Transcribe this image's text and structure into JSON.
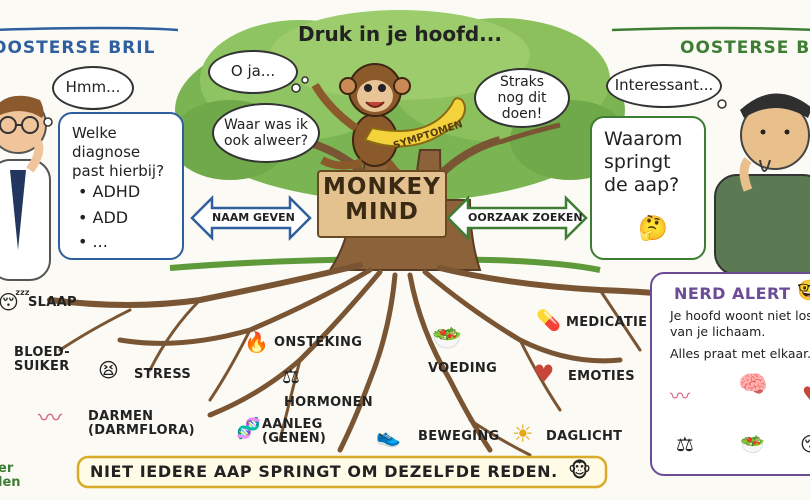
{
  "top_title": "Druk in je hoofd...",
  "left_heading": "OOSTERSE BRIL",
  "right_heading": "OOSTERSE BRIL",
  "doctor": {
    "thought": "Hmm...",
    "question": "Welke diagnose past hierbij?",
    "bullets": [
      "ADHD",
      "ADD",
      "..."
    ]
  },
  "sage": {
    "thought": "Interessant...",
    "question": "Waarom springt de aap?"
  },
  "tree": {
    "bubble_1": "O ja...",
    "bubble_2": "Waar was ik ook alweer?",
    "bubble_3": "Straks nog dit doen!",
    "banana_label": "SYMPTOMEN",
    "sign_line1": "MONKEY",
    "sign_line2": "MIND"
  },
  "arrows": {
    "left": "NAAM GEVEN",
    "right": "OORZAAK ZOEKEN"
  },
  "roots": [
    {
      "label": "SLAAP",
      "icon": "sleep-face-icon"
    },
    {
      "label": "BLOED-\nSUIKER",
      "icon": "none"
    },
    {
      "label": "STRESS",
      "icon": "stressed-face-icon"
    },
    {
      "label": "DARMEN\n(DARMFLORA)",
      "icon": "intestine-icon"
    },
    {
      "label": "ONSTEKING",
      "icon": "flame-icon"
    },
    {
      "label": "HORMONEN",
      "icon": "scale-icon"
    },
    {
      "label": "AANLEG\n(GENEN)",
      "icon": "dna-icon"
    },
    {
      "label": "VOEDING",
      "icon": "salad-icon"
    },
    {
      "label": "MEDICATIE",
      "icon": "pill-icon"
    },
    {
      "label": "EMOTIES",
      "icon": "heart-icon"
    },
    {
      "label": "BEWEGING",
      "icon": "shoe-icon"
    },
    {
      "label": "DAGLICHT",
      "icon": "sun-icon"
    }
  ],
  "nerd": {
    "title": "NERD ALERT",
    "line1": "Je hoofd woont niet los van je lichaam.",
    "line2": "Alles praat met elkaar."
  },
  "footer": "NIET IEDERE AAP SPRINGT OM DEZELFDE REDEN.",
  "corner_text": "er\nlen",
  "colors": {
    "blue": "#2f5f9e",
    "green": "#3e7d34",
    "purple": "#6c4c97",
    "red": "#c8453a",
    "sign": "#e3c290",
    "footer_border": "#d8ab28"
  }
}
